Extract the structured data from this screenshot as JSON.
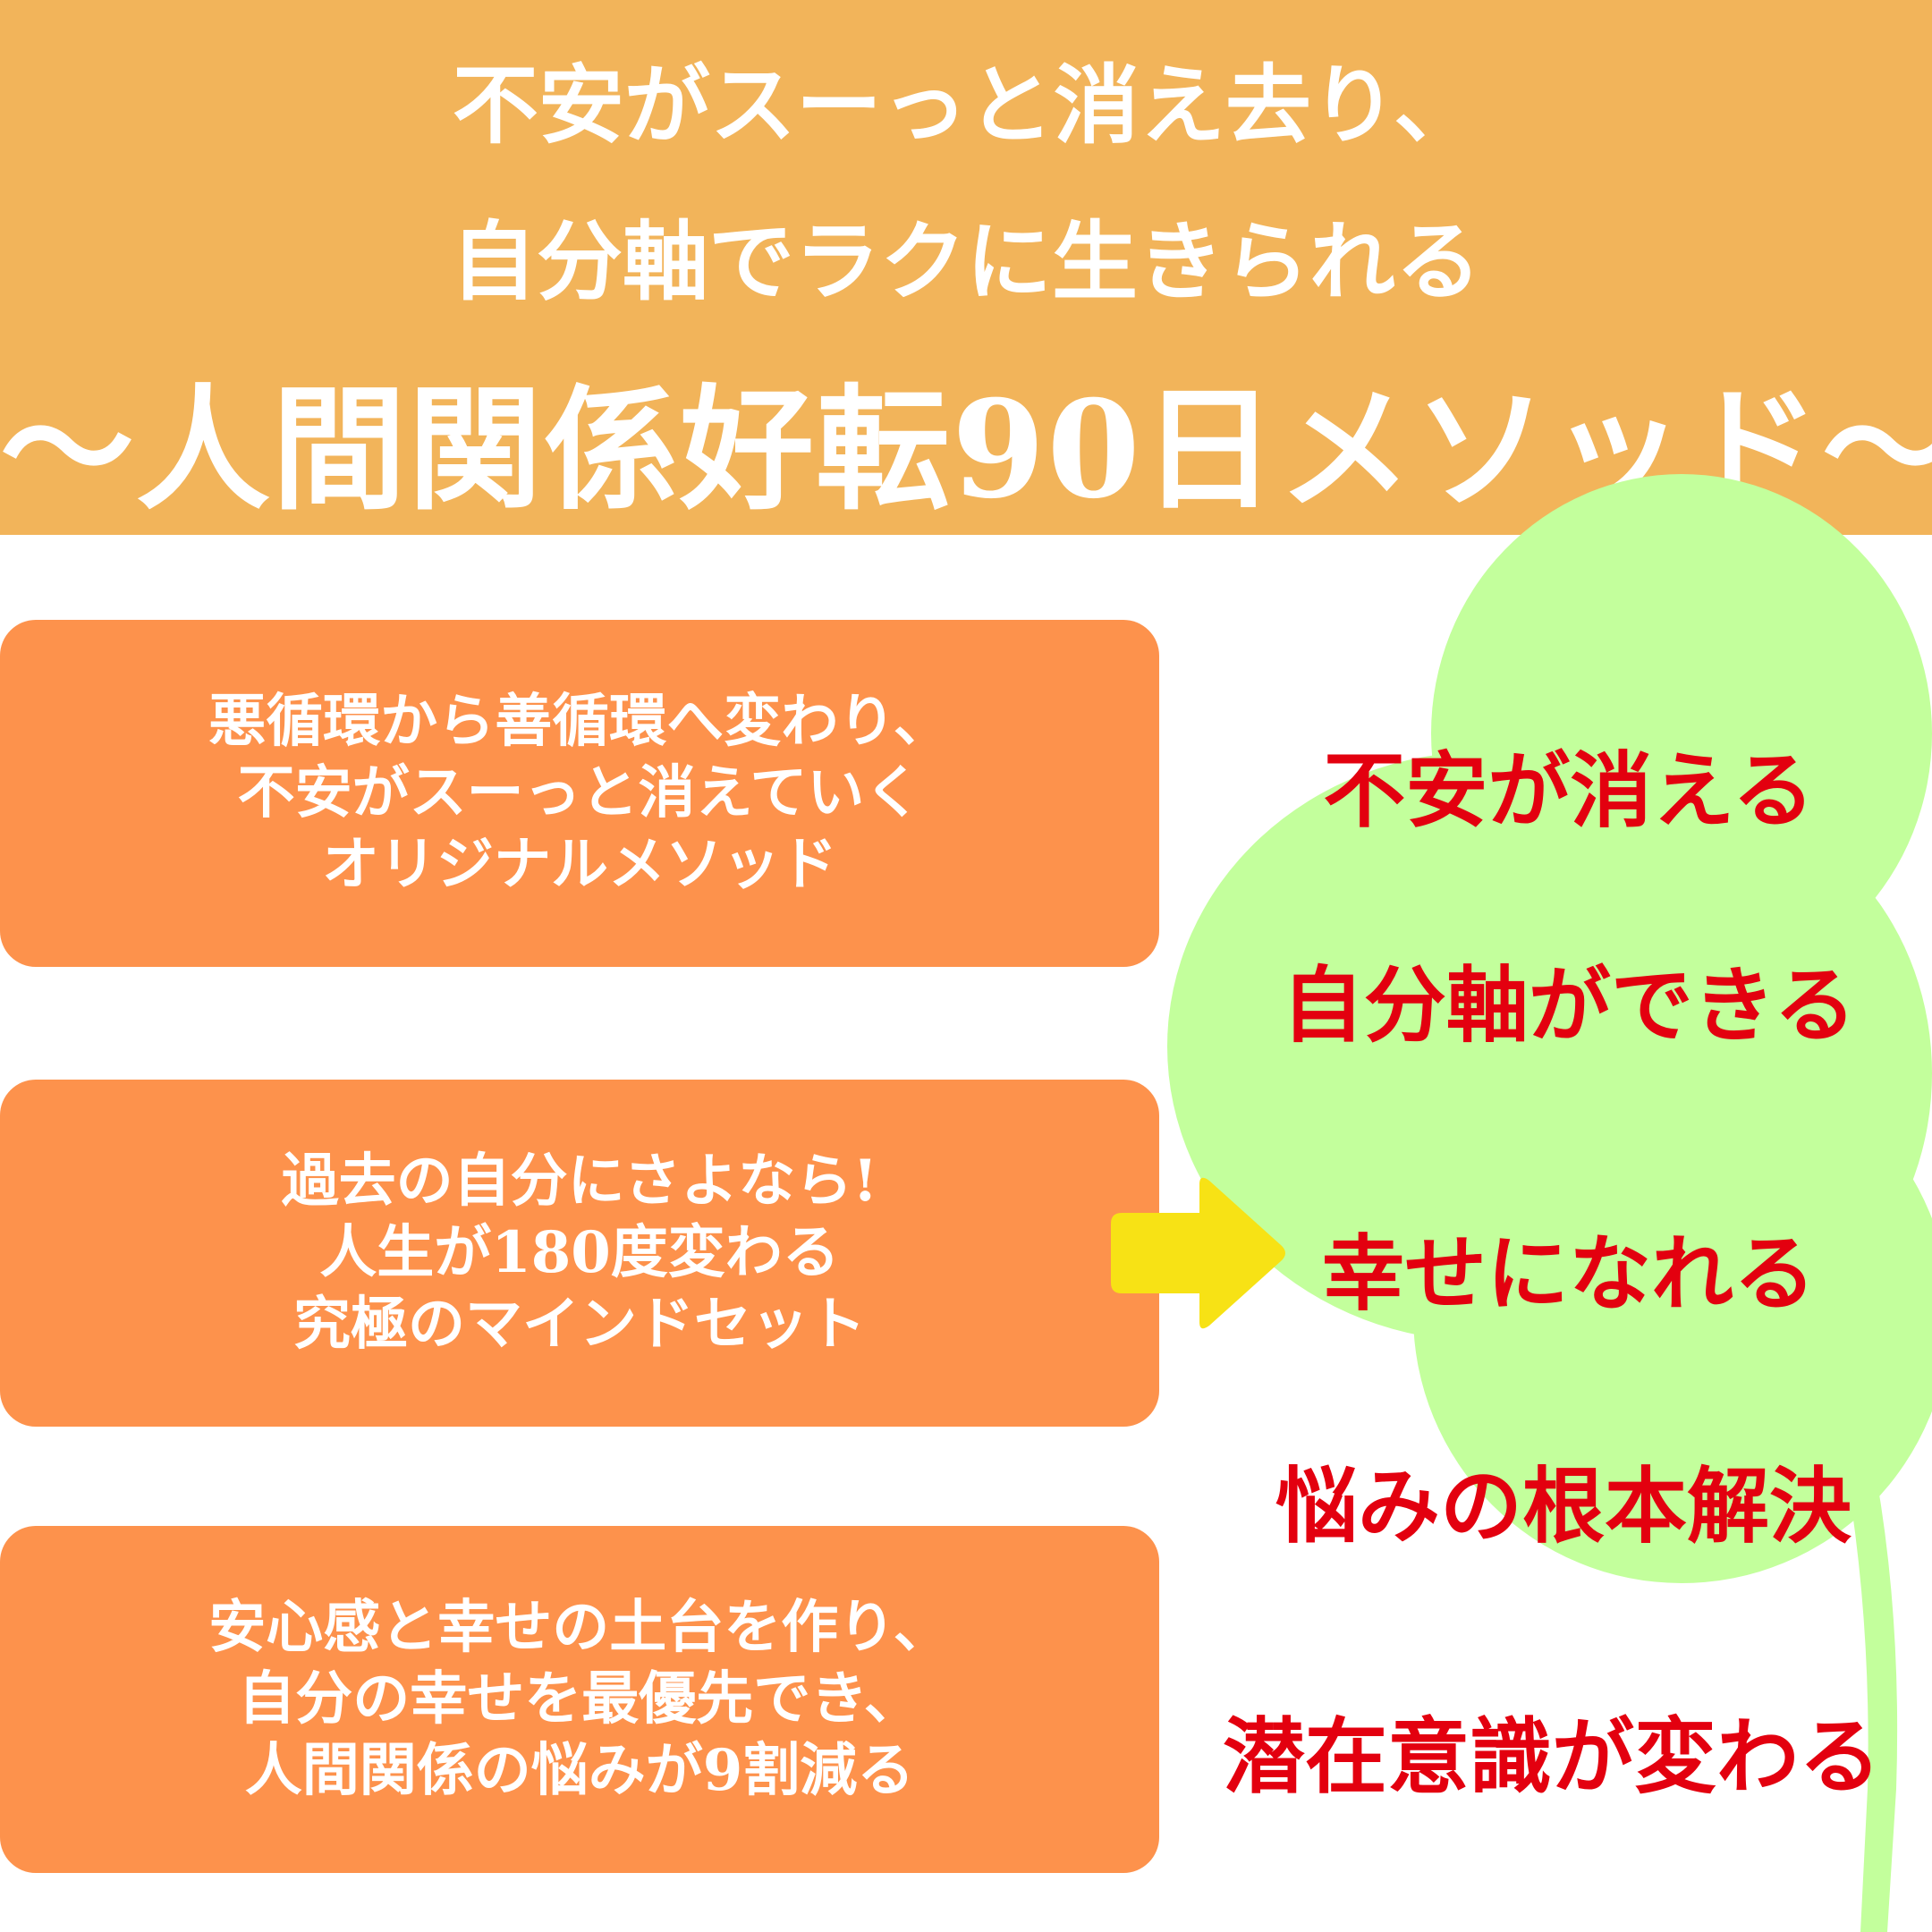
{
  "header": {
    "line1": "不安がスーっと消え去り、",
    "line2": "自分軸でラクに生きられる",
    "line3": "～人間関係好転90日メソッド～"
  },
  "boxes": [
    {
      "lines": [
        "悪循環から善循環へ変わり、",
        "不安がスーっと消えていく",
        "オリジナルメソッド"
      ]
    },
    {
      "lines": [
        "過去の自分にさよなら!",
        "人生が180度変わる",
        "究極のマインドセット"
      ]
    },
    {
      "lines": [
        "安心感と幸せの土台を作り、",
        "自分の幸せを最優先でき、",
        "人間関係の悩みが9割減る"
      ]
    }
  ],
  "benefits": [
    "不安が消える",
    "自分軸ができる",
    "幸せになれる",
    "悩みの根本解決",
    "潜在意識が変わる"
  ],
  "colors": {
    "header_bg": "#f2b45a",
    "box_bg": "#fd924c",
    "clover": "#c3ff9c",
    "arrow": "#f7e215",
    "benefit_text": "#e3000f"
  }
}
